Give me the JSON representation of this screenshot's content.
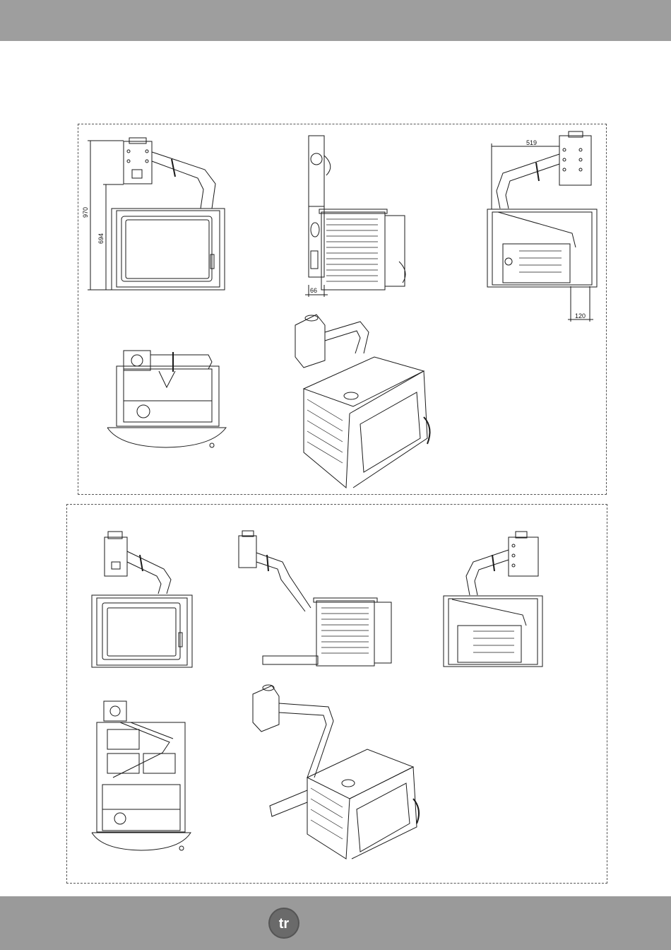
{
  "dimensions": {
    "height_total": "970",
    "height_body": "694",
    "side_offset": "66",
    "flue_offset": "519",
    "rear_offset": "120"
  },
  "colors": {
    "header_bar": "#9e9e9e",
    "footer_bar": "#9a9a9a",
    "line": "#1a1a1a",
    "logo_fill": "#555555"
  },
  "logo": {
    "icon": "brand-logo-icon",
    "text": "tr"
  }
}
